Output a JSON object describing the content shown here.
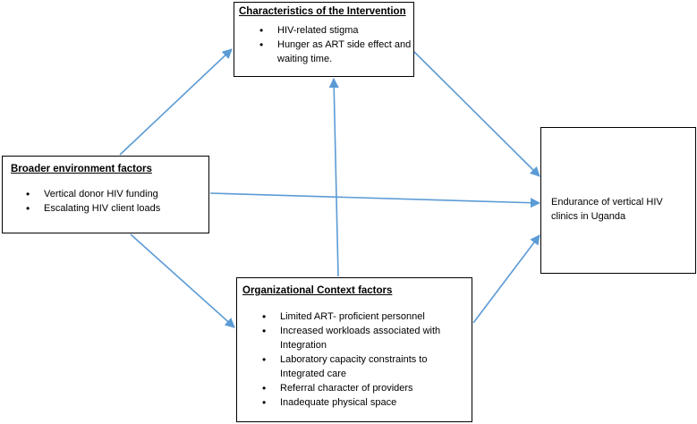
{
  "nodes": {
    "intervention": {
      "title": "Characteristics of the Intervention",
      "items": [
        "HIV-related stigma",
        "Hunger as ART side effect and waiting time."
      ]
    },
    "broader": {
      "title": "Broader environment factors",
      "items": [
        "Vertical donor HIV funding",
        "Escalating  HIV client loads"
      ]
    },
    "organizational": {
      "title": "Organizational Context factors",
      "items": [
        "Limited ART- proficient personnel",
        "Increased workloads associated with Integration",
        "Laboratory capacity constraints to Integrated care",
        "Referral character of providers",
        "Inadequate physical space"
      ]
    },
    "outcome": {
      "text": "Endurance of vertical HIV clinics in Uganda"
    }
  },
  "edges": [
    {
      "from": "broader",
      "to": "intervention"
    },
    {
      "from": "broader",
      "to": "outcome"
    },
    {
      "from": "broader",
      "to": "organizational"
    },
    {
      "from": "organizational",
      "to": "intervention"
    },
    {
      "from": "intervention",
      "to": "outcome"
    },
    {
      "from": "organizational",
      "to": "outcome"
    }
  ],
  "colors": {
    "arrow": "#5b9bd5",
    "border": "#000000"
  }
}
